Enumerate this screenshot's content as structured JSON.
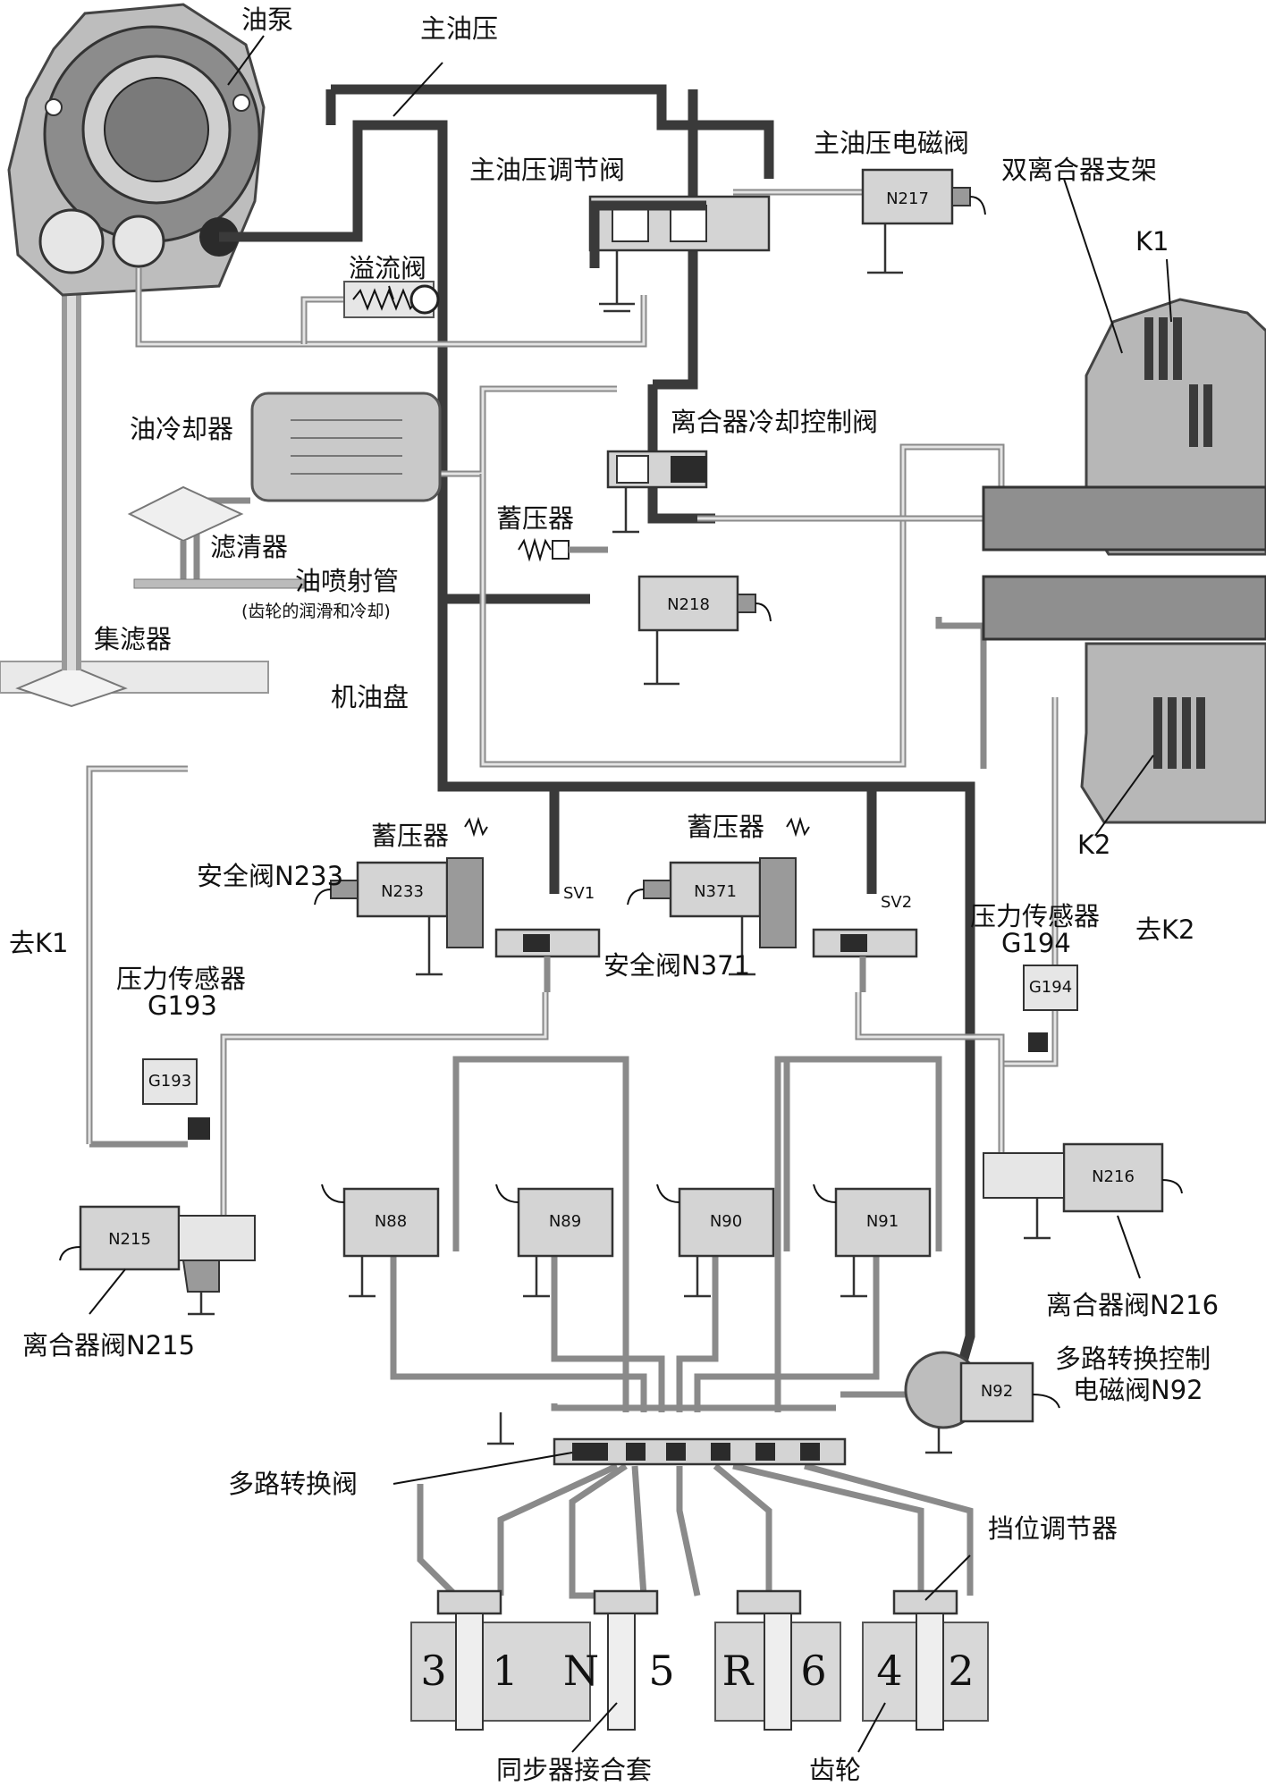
{
  "labels": {
    "oil_pump": "油泵",
    "main_pressure": "主油压",
    "main_pressure_reg_valve": "主油压调节阀",
    "main_pressure_solenoid": "主油压电磁阀",
    "dual_clutch_carrier": "双离合器支架",
    "k1": "K1",
    "overflow_valve": "溢流阀",
    "oil_cooler": "油冷却器",
    "clutch_cooling_valve": "离合器冷却控制阀",
    "accumulator_top": "蓄压器",
    "filter": "滤清器",
    "oil_jet": "油喷射管",
    "oil_jet_note": "(齿轮的润滑和冷却)",
    "strainer": "集滤器",
    "oil_pan": "机油盘",
    "accumulator_left": "蓄压器",
    "accumulator_right": "蓄压器",
    "safety_valve_n233": "安全阀N233",
    "safety_valve_n371": "安全阀N371",
    "sv1": "SV1",
    "sv2": "SV2",
    "k2": "K2",
    "to_k1": "去K1",
    "to_k2": "去K2",
    "pressure_sensor_g193_line1": "压力传感器",
    "pressure_sensor_g193_line2": "G193",
    "pressure_sensor_g194_line1": "压力传感器",
    "pressure_sensor_g194_line2": "G194",
    "clutch_valve_n215": "离合器阀N215",
    "clutch_valve_n216": "离合器阀N216",
    "multiplex_control_line1": "多路转换控制",
    "multiplex_control_line2": "电磁阀N92",
    "multiplex_valve": "多路转换阀",
    "gear_actuator": "挡位调节器",
    "synchronizer_sleeve": "同步器接合套",
    "gear": "齿轮"
  },
  "components": {
    "n217": "N217",
    "n218": "N218",
    "n233": "N233",
    "n371": "N371",
    "g193": "G193",
    "g194": "G194",
    "n215": "N215",
    "n216": "N216",
    "n88": "N88",
    "n89": "N89",
    "n90": "N90",
    "n91": "N91",
    "n92": "N92"
  },
  "gears": [
    "3",
    "1",
    "N",
    "5",
    "R",
    "6",
    "4",
    "2"
  ],
  "colors": {
    "high_pressure_line": "#3a3a3a",
    "low_pressure_line": "#8a8a8a",
    "component_fill": "#d4d4d4"
  }
}
